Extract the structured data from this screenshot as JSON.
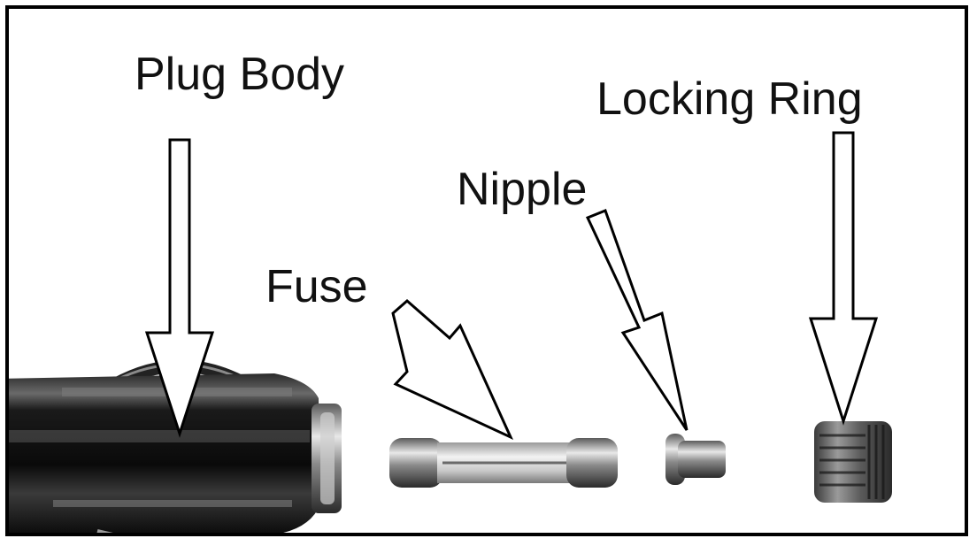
{
  "labels": {
    "plug_body": "Plug Body",
    "locking_ring": "Locking Ring",
    "nipple": "Nipple",
    "fuse": "Fuse"
  },
  "colors": {
    "frame": "#000000",
    "background": "#ffffff",
    "arrow_fill": "#ffffff",
    "arrow_stroke": "#000000",
    "plug_body": "#111111",
    "metal": "#b0b0b0",
    "glass": "#e2e2e2"
  }
}
